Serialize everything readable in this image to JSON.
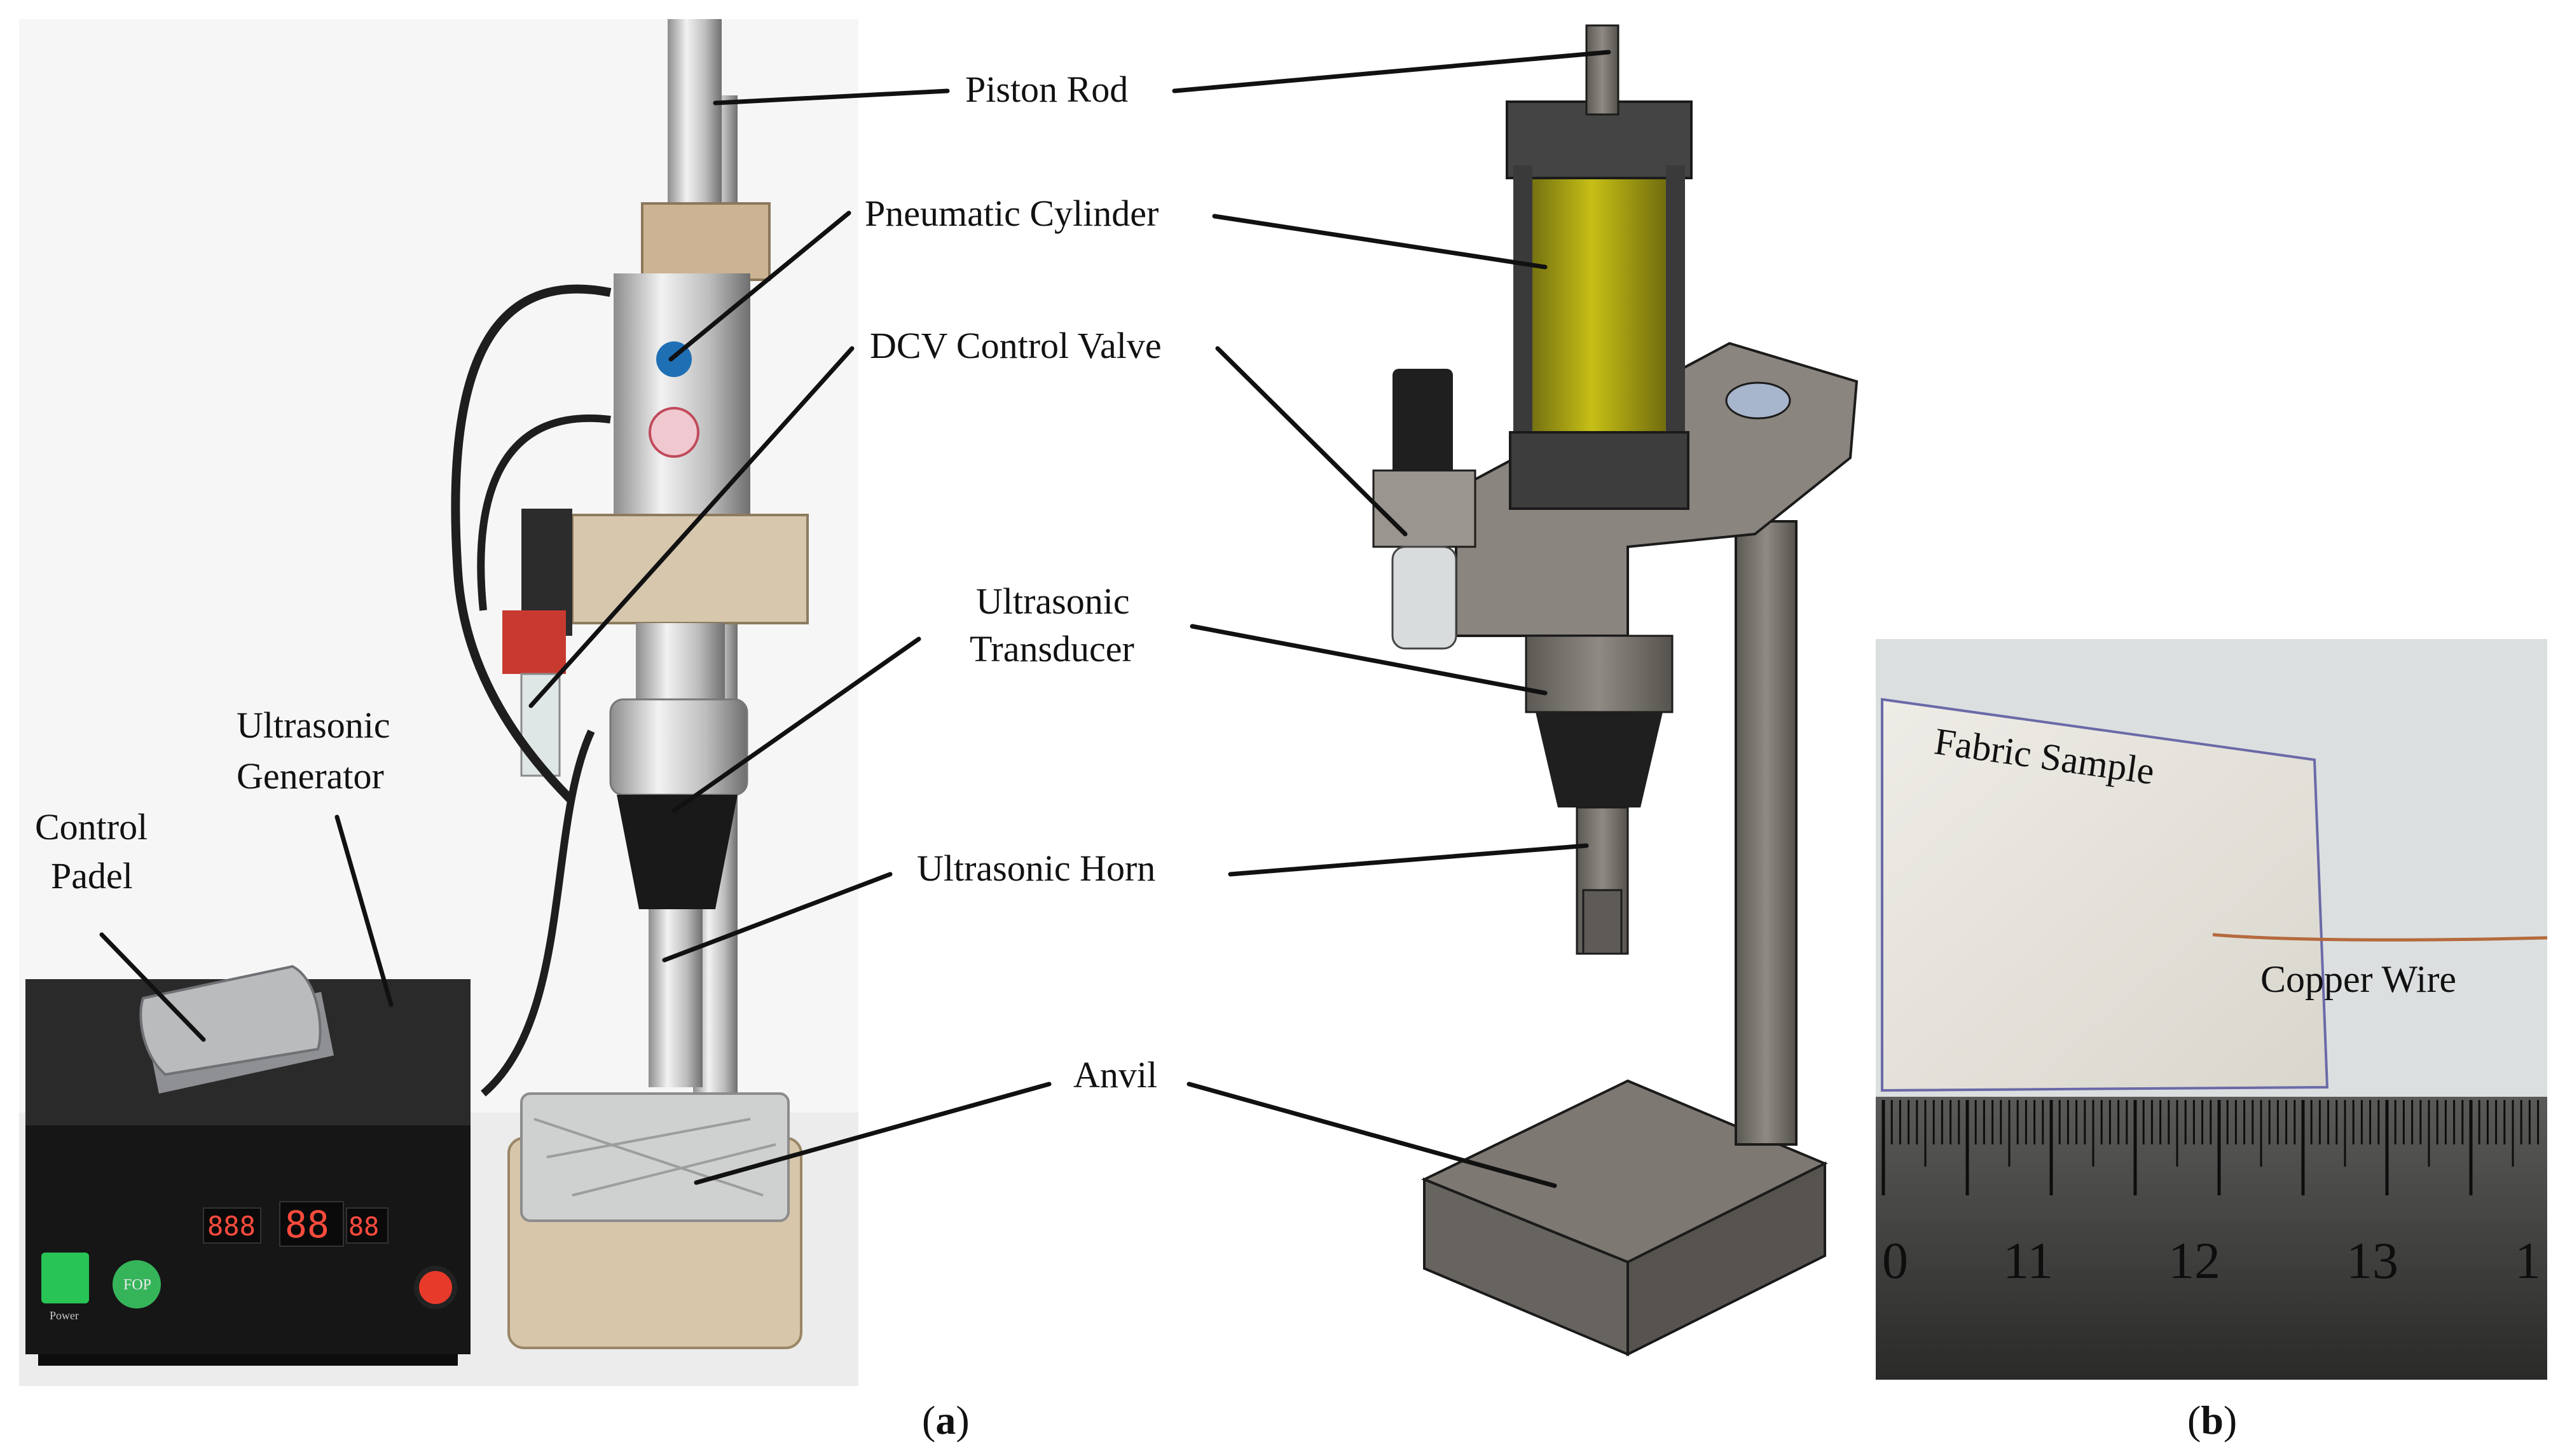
{
  "panel_a": {
    "caption_label": "a",
    "labels": {
      "piston_rod": "Piston Rod",
      "pneumatic_cylinder": "Pneumatic Cylinder",
      "dcv_control_valve": "DCV Control Valve",
      "ultrasonic_transducer_line1": "Ultrasonic",
      "ultrasonic_transducer_line2": "Transducer",
      "ultrasonic_horn": "Ultrasonic Horn",
      "anvil": "Anvil",
      "ultrasonic_generator_line1": "Ultrasonic",
      "ultrasonic_generator_line2": "Generator",
      "control_padel_line1": "Control",
      "control_padel_line2": "Padel"
    },
    "display_readouts": [
      "888",
      "88",
      "88"
    ],
    "fop_button_text": "FOP"
  },
  "panel_b": {
    "caption_label": "b",
    "labels": {
      "fabric_sample": "Fabric Sample",
      "copper_wire": "Copper Wire"
    },
    "ruler_numbers": [
      "0",
      "11",
      "12",
      "13",
      "1"
    ]
  },
  "colors": {
    "cylinder_yellow": "#b8b013",
    "cad_gray": "#77726c",
    "cad_dark": "#2f2f2f",
    "machine_beige": "#cdbb9e",
    "generator_black": "#1d1d1f",
    "led_red": "#e83a2a",
    "switch_green": "#28c455"
  }
}
